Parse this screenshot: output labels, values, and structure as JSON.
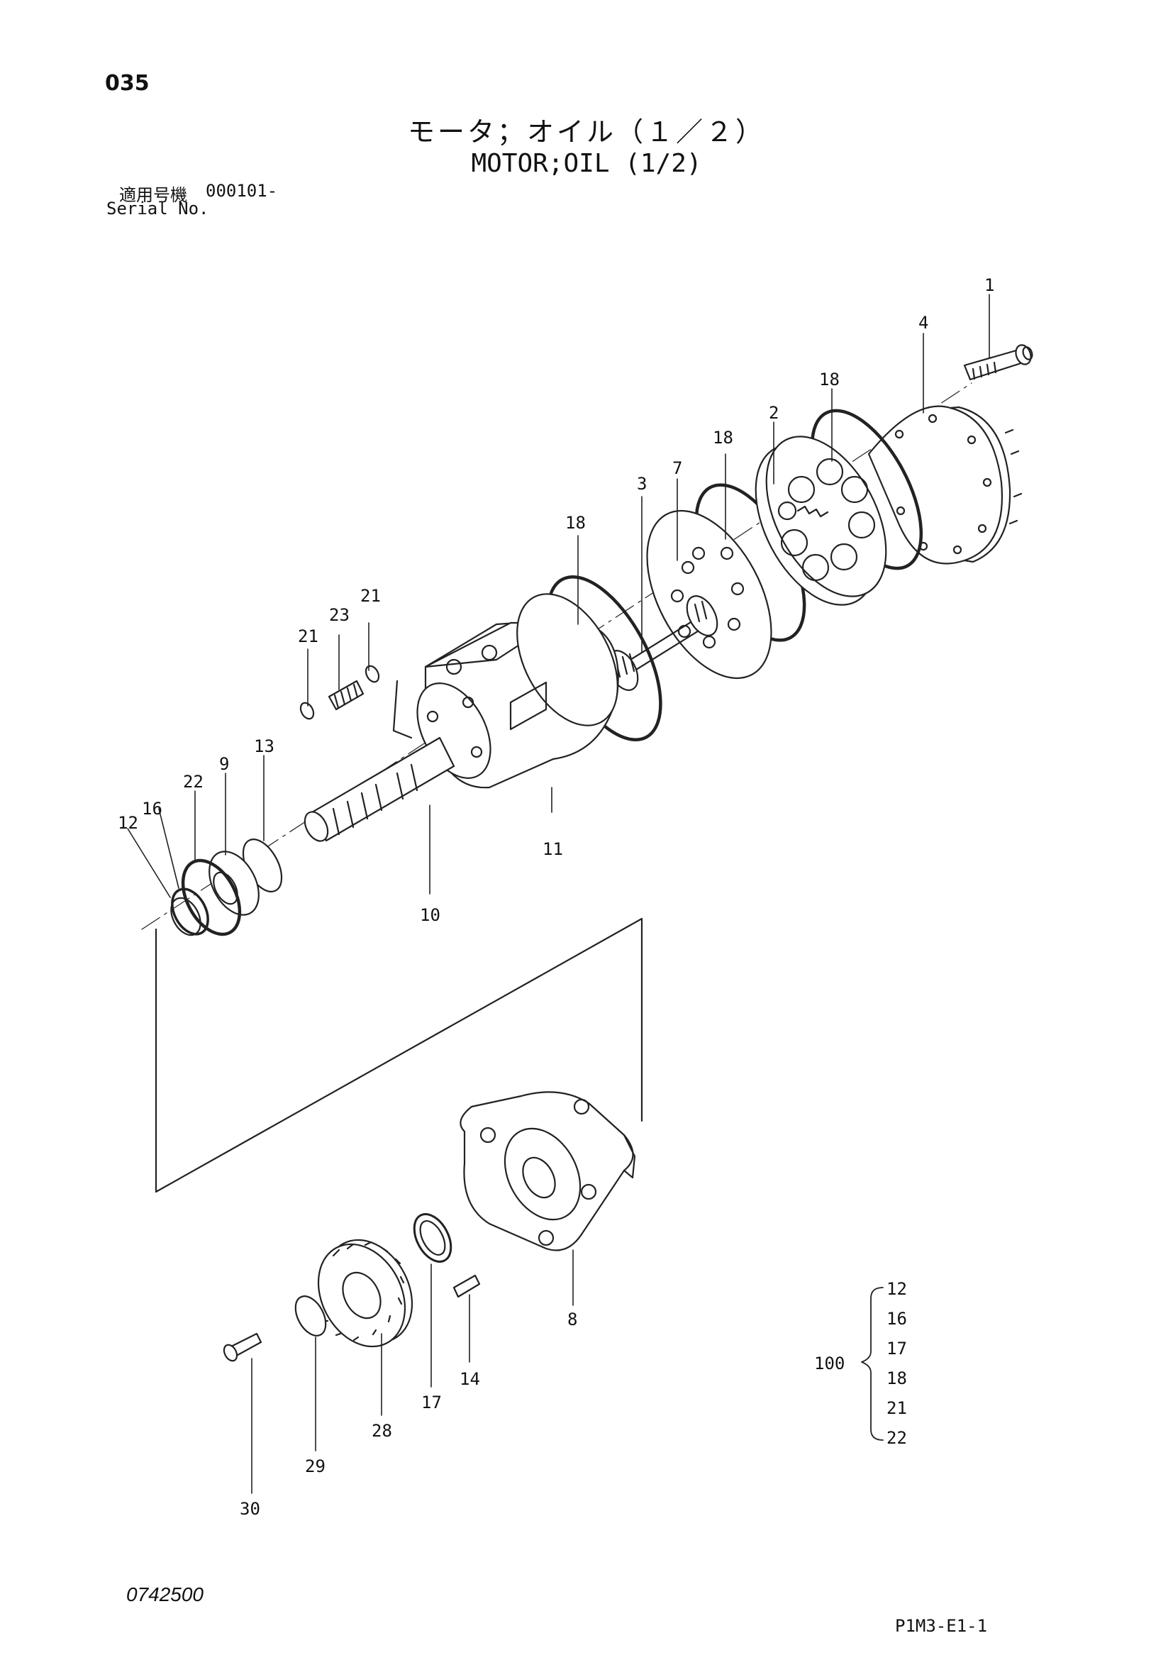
{
  "header": {
    "page_number": "035",
    "title_jp": "モータ；オイル（１／２）",
    "title_en": "MOTOR;OIL (1/2)",
    "serial_label_jp": "適用号機",
    "serial_number": "000101-",
    "serial_label_en": "Serial No."
  },
  "footer": {
    "doc_code": "0742500",
    "page_code": "P1M3-E1-1"
  },
  "callouts": {
    "c1": "1",
    "c4": "4",
    "c18a": "18",
    "c2": "2",
    "c18b": "18",
    "c7": "7",
    "c3": "3",
    "c18c": "18",
    "c21a": "21",
    "c23": "23",
    "c21b": "21",
    "c13": "13",
    "c9": "9",
    "c22": "22",
    "c16": "16",
    "c12": "12",
    "c11": "11",
    "c10": "10",
    "c8": "8",
    "c14": "14",
    "c17": "17",
    "c28": "28",
    "c29": "29",
    "c30": "30"
  },
  "kit": {
    "number": "100",
    "items": [
      "12",
      "16",
      "17",
      "18",
      "21",
      "22"
    ]
  }
}
